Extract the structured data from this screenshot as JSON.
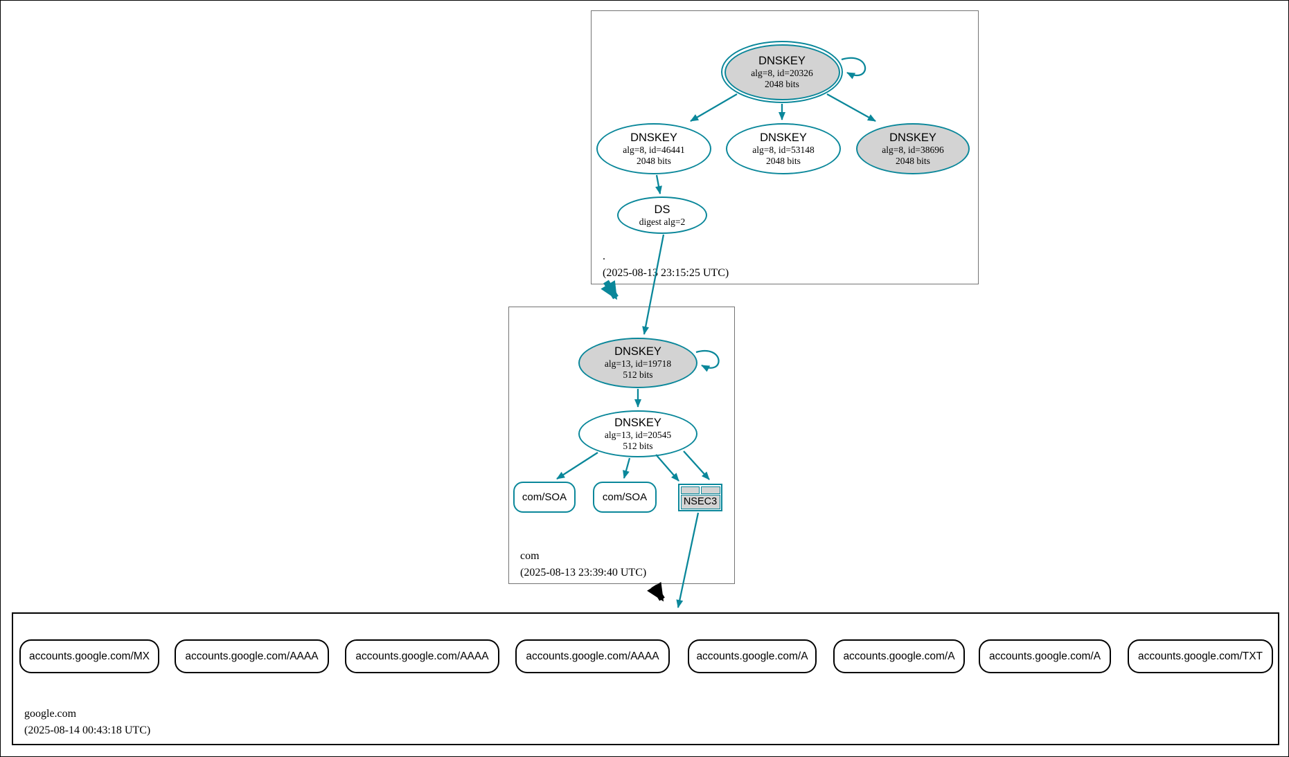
{
  "colors": {
    "teal": "#0a879a",
    "node_fill_gray": "#d3d3d3",
    "black": "#000000",
    "zone_border_gray": "#737373"
  },
  "root_zone": {
    "name": ".",
    "timestamp": "(2025-08-13 23:15:25 UTC)",
    "ksk": {
      "type": "DNSKEY",
      "meta": "alg=8, id=20326",
      "bits": "2048 bits"
    },
    "key46441": {
      "type": "DNSKEY",
      "meta": "alg=8, id=46441",
      "bits": "2048 bits"
    },
    "key53148": {
      "type": "DNSKEY",
      "meta": "alg=8, id=53148",
      "bits": "2048 bits"
    },
    "key38696": {
      "type": "DNSKEY",
      "meta": "alg=8, id=38696",
      "bits": "2048 bits"
    },
    "ds": {
      "type": "DS",
      "meta": "digest alg=2"
    }
  },
  "com_zone": {
    "name": "com",
    "timestamp": "(2025-08-13 23:39:40 UTC)",
    "ksk": {
      "type": "DNSKEY",
      "meta": "alg=13, id=19718",
      "bits": "512 bits"
    },
    "zsk": {
      "type": "DNSKEY",
      "meta": "alg=13, id=20545",
      "bits": "512 bits"
    },
    "soa1": {
      "label": "com/SOA"
    },
    "soa2": {
      "label": "com/SOA"
    },
    "nsec3": {
      "label": "NSEC3"
    }
  },
  "google_zone": {
    "name": "google.com",
    "timestamp": "(2025-08-14 00:43:18 UTC)",
    "rrsets": [
      "accounts.google.com/MX",
      "accounts.google.com/AAAA",
      "accounts.google.com/AAAA",
      "accounts.google.com/AAAA",
      "accounts.google.com/A",
      "accounts.google.com/A",
      "accounts.google.com/A",
      "accounts.google.com/TXT"
    ]
  }
}
